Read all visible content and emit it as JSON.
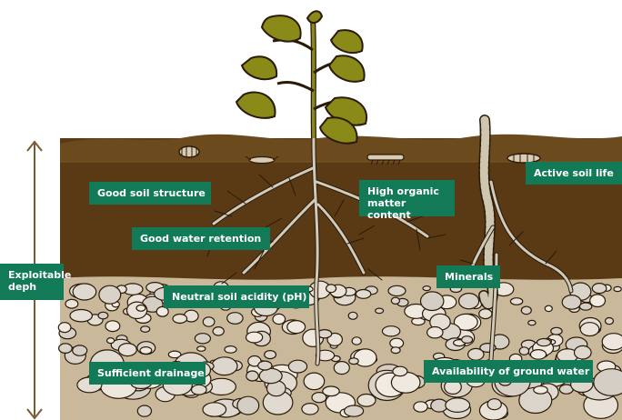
{
  "labels": {
    "soil_structure": "Good soil structure",
    "organic_matter": "High organic matter content",
    "active_soil_life": "Active soil life",
    "water_retention": "Good water retention",
    "exploitable_depth": "Exploitable deph",
    "minerals": "Minerals",
    "soil_acidity": "Neutral soil acidity (pH)",
    "drainage": "Sufficient drainage",
    "ground_water": "Availability of ground water"
  },
  "colors": {
    "label_bg": "#127a57",
    "label_text": "#ffffff",
    "topsoil": "#5a3a14",
    "subsoil_rock": "#c9b99a",
    "leaf": "#8a8a18",
    "root": "#cfcaba",
    "arrow": "#7a5a30"
  },
  "icons": [
    "plant-icon",
    "root-system-icon",
    "earthworm-icon",
    "grub-icon",
    "beetle-icon",
    "centipede-icon",
    "rock-icon",
    "depth-arrow-icon"
  ]
}
